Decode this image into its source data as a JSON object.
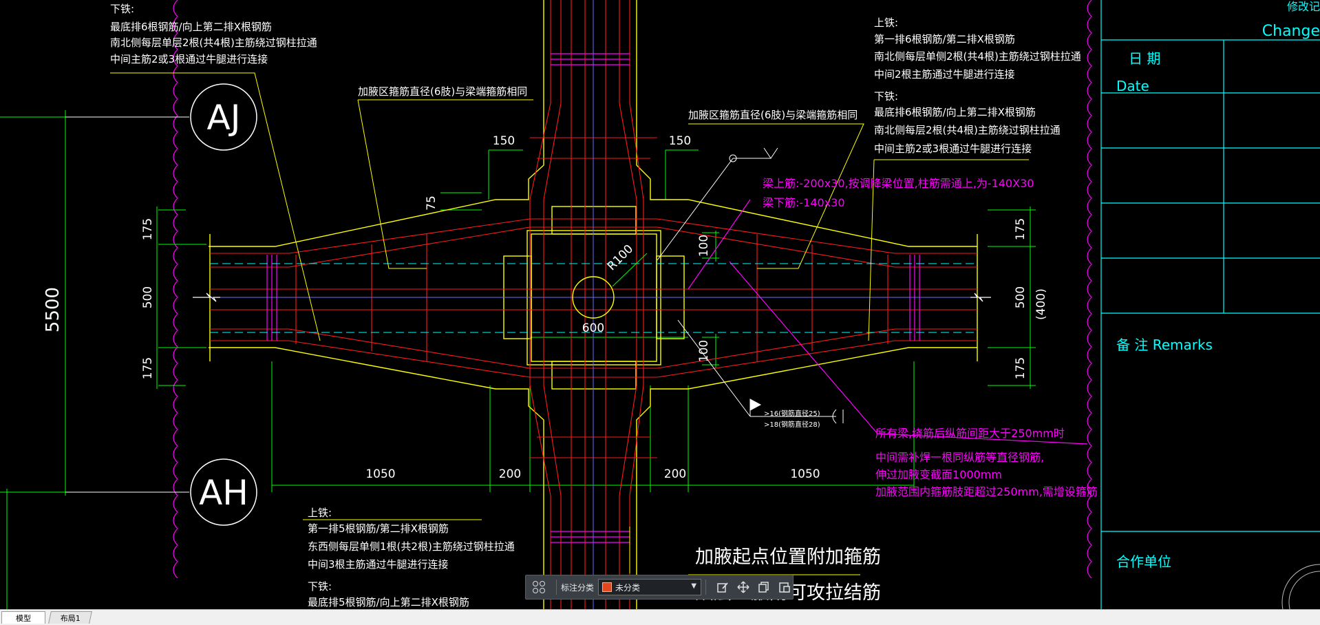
{
  "drawing": {
    "notes": {
      "top_left": [
        "下铁:",
        "最底排6根钢筋/向上第二排X根钢筋",
        "南北侧每层单层2根(共4根)主筋绕过钢柱拉通",
        "中间主筋2或3根通过牛腿进行连接"
      ],
      "top_right": [
        "上铁:",
        "第一排6根钢筋/第二排X根钢筋",
        "南北侧每层单侧2根(共4根)主筋绕过钢柱拉通",
        "中间2根主筋通过牛腿进行连接",
        "下铁:",
        "最底排6根钢筋/向上第二排X根钢筋",
        "南北侧每层2根(共4根)主筋绕过钢柱拉通",
        "中间主筋2或3根通过牛腿进行连接"
      ],
      "bottom_left": [
        "上铁:",
        "第一排5根钢筋/第二排X根钢筋",
        "东西侧每层单侧1根(共2根)主筋绕过钢柱拉通",
        "中间3根主筋通过牛腿进行连接",
        "下铁:",
        "最底排5根钢筋/向上第二排X根钢筋"
      ],
      "haunch_left": "加腋区箍筋直径(6肢)与梁端箍筋相同",
      "haunch_right": "加腋区箍筋直径(6肢)与梁端箍筋相同",
      "beam_top_bars": "梁上筋:-200x30,按调降梁位置,柱筋需通上,为-140X30",
      "beam_bottom_bars": "梁下筋:-140x30",
      "magenta_notes": [
        "所有梁,绕筋后纵筋间距大于250mm时",
        "中间需补焊一根同纵筋等直径钢筋,",
        "伸过加腋变截面1000mm",
        "加腋范围内箍筋肢距超过250mm,需增设箍筋"
      ],
      "flag_line1": ">16(钢筋直径25)",
      "flag_line2": ">18(钢筋直径28)",
      "large_title_1": "加腋起点位置附加箍筋",
      "large_title_2": "双层直腋附可攻拉结筋"
    },
    "axes": {
      "upper": "AJ",
      "lower": "AH"
    },
    "dimensions": {
      "left_total": "5500",
      "left_175_top": "175",
      "left_500": "500",
      "left_175_bottom": "175",
      "right_175_top": "175",
      "right_500": "500",
      "right_400": "(400)",
      "right_175_bottom": "175",
      "top_150_left": "150",
      "top_150_right": "150",
      "dim_75": "75",
      "dim_100_top": "100",
      "dim_100_bottom": "100",
      "radius": "R100",
      "col_600": "600",
      "bottom_1050_left": "1050",
      "bottom_200_left": "200",
      "bottom_200_right": "200",
      "bottom_1050_right": "1050"
    },
    "title_block": {
      "revision_cn": "修改记",
      "revision_en": "Change",
      "date_cn": "日  期",
      "date_en": "Date",
      "remarks": "备 注 Remarks",
      "partner": "合作单位"
    }
  },
  "toolbar": {
    "label": "标注分类",
    "category_value": "未分类",
    "swatch_color": "#e4471e"
  },
  "tabs": {
    "model": "模型",
    "layout1": "布局1"
  },
  "colors": {
    "background": "#000000",
    "red": "#ff1a1a",
    "yellow": "#ffff00",
    "green": "#00ff00",
    "magenta": "#ff00ff",
    "cyan": "#00ffff",
    "white": "#ffffff",
    "blue_axis": "#6a6aff"
  }
}
